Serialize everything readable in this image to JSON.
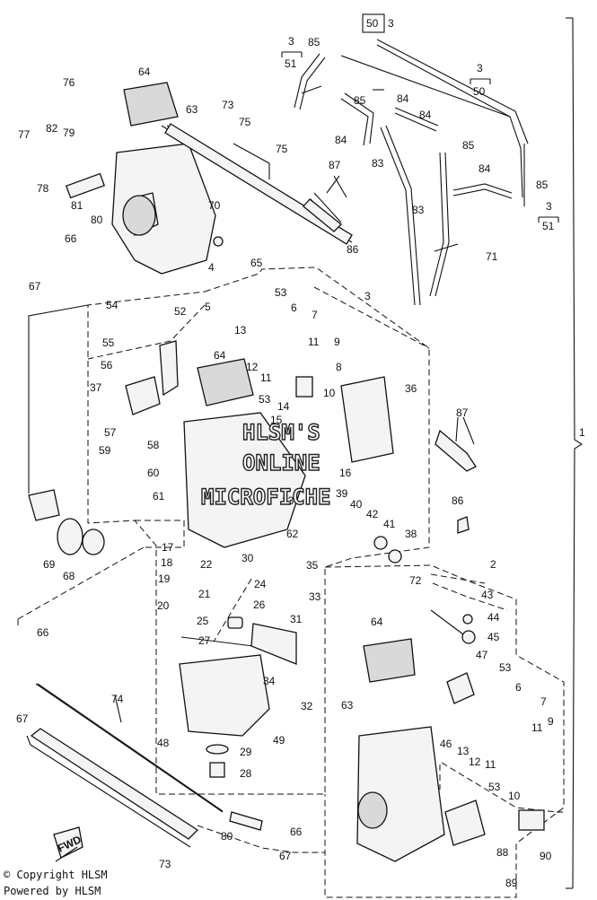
{
  "diagram": {
    "callouts": [
      {
        "id": "c1",
        "text": "64"
      },
      {
        "id": "c2",
        "text": "76"
      },
      {
        "id": "c3",
        "text": "63"
      },
      {
        "id": "c4",
        "text": "73"
      },
      {
        "id": "c5",
        "text": "75"
      },
      {
        "id": "c6",
        "text": "77"
      },
      {
        "id": "c7",
        "text": "82"
      },
      {
        "id": "c8",
        "text": "79"
      },
      {
        "id": "c9",
        "text": "78"
      },
      {
        "id": "c10",
        "text": "81"
      },
      {
        "id": "c11",
        "text": "80"
      },
      {
        "id": "c12",
        "text": "75"
      },
      {
        "id": "c13",
        "text": "70"
      },
      {
        "id": "c14",
        "text": "66"
      },
      {
        "id": "c15",
        "text": "4"
      },
      {
        "id": "c16",
        "text": "67"
      },
      {
        "id": "c17",
        "text": "65"
      },
      {
        "id": "c18",
        "text": "85"
      },
      {
        "id": "c19",
        "text": "84"
      },
      {
        "id": "c20",
        "text": "85"
      },
      {
        "id": "c21",
        "text": "84"
      },
      {
        "id": "c22",
        "text": "84"
      },
      {
        "id": "c23",
        "text": "85"
      },
      {
        "id": "c24",
        "text": "83"
      },
      {
        "id": "c25",
        "text": "87"
      },
      {
        "id": "c26",
        "text": "84"
      },
      {
        "id": "c27",
        "text": "85"
      },
      {
        "id": "c28",
        "text": "83"
      },
      {
        "id": "c29",
        "text": "86"
      },
      {
        "id": "c30",
        "text": "71"
      },
      {
        "id": "c31",
        "text": "3"
      },
      {
        "id": "c32",
        "text": "54"
      },
      {
        "id": "c33",
        "text": "52"
      },
      {
        "id": "c34",
        "text": "5"
      },
      {
        "id": "c35",
        "text": "53"
      },
      {
        "id": "c36",
        "text": "6"
      },
      {
        "id": "c37",
        "text": "7"
      },
      {
        "id": "c38",
        "text": "13"
      },
      {
        "id": "c39",
        "text": "11"
      },
      {
        "id": "c40",
        "text": "9"
      },
      {
        "id": "c41",
        "text": "55"
      },
      {
        "id": "c42",
        "text": "64"
      },
      {
        "id": "c43",
        "text": "12"
      },
      {
        "id": "c44",
        "text": "56"
      },
      {
        "id": "c45",
        "text": "11"
      },
      {
        "id": "c46",
        "text": "8"
      },
      {
        "id": "c47",
        "text": "37"
      },
      {
        "id": "c48",
        "text": "53"
      },
      {
        "id": "c49",
        "text": "10"
      },
      {
        "id": "c50",
        "text": "14"
      },
      {
        "id": "c51",
        "text": "36"
      },
      {
        "id": "c52",
        "text": "15"
      },
      {
        "id": "c53",
        "text": "57"
      },
      {
        "id": "c54",
        "text": "58"
      },
      {
        "id": "c55",
        "text": "59"
      },
      {
        "id": "c56",
        "text": "16"
      },
      {
        "id": "c57",
        "text": "60"
      },
      {
        "id": "c58",
        "text": "61"
      },
      {
        "id": "c59",
        "text": "39"
      },
      {
        "id": "c60",
        "text": "23"
      },
      {
        "id": "c61",
        "text": "40"
      },
      {
        "id": "c62",
        "text": "42"
      },
      {
        "id": "c63",
        "text": "41"
      },
      {
        "id": "c64",
        "text": "87"
      },
      {
        "id": "c65",
        "text": "86"
      },
      {
        "id": "c66",
        "text": "38"
      },
      {
        "id": "c67",
        "text": "69"
      },
      {
        "id": "c68",
        "text": "68"
      },
      {
        "id": "c69",
        "text": "17"
      },
      {
        "id": "c70",
        "text": "62"
      },
      {
        "id": "c71",
        "text": "18"
      },
      {
        "id": "c72",
        "text": "22"
      },
      {
        "id": "c73",
        "text": "30"
      },
      {
        "id": "c74",
        "text": "35"
      },
      {
        "id": "c75",
        "text": "19"
      },
      {
        "id": "c76",
        "text": "24"
      },
      {
        "id": "c77",
        "text": "21"
      },
      {
        "id": "c78",
        "text": "33"
      },
      {
        "id": "c79",
        "text": "20"
      },
      {
        "id": "c80",
        "text": "26"
      },
      {
        "id": "c81",
        "text": "25"
      },
      {
        "id": "c82",
        "text": "31"
      },
      {
        "id": "c83",
        "text": "27"
      },
      {
        "id": "c84",
        "text": "66"
      },
      {
        "id": "c85",
        "text": "72"
      },
      {
        "id": "c86",
        "text": "2"
      },
      {
        "id": "c87",
        "text": "43"
      },
      {
        "id": "c88",
        "text": "64"
      },
      {
        "id": "c89",
        "text": "44"
      },
      {
        "id": "c90",
        "text": "45"
      },
      {
        "id": "c91",
        "text": "34"
      },
      {
        "id": "c92",
        "text": "47"
      },
      {
        "id": "c93",
        "text": "53"
      },
      {
        "id": "c94",
        "text": "6"
      },
      {
        "id": "c95",
        "text": "7"
      },
      {
        "id": "c96",
        "text": "32"
      },
      {
        "id": "c97",
        "text": "67"
      },
      {
        "id": "c98",
        "text": "74"
      },
      {
        "id": "c99",
        "text": "63"
      },
      {
        "id": "c100",
        "text": "11"
      },
      {
        "id": "c101",
        "text": "9"
      },
      {
        "id": "c102",
        "text": "48"
      },
      {
        "id": "c103",
        "text": "49"
      },
      {
        "id": "c104",
        "text": "46"
      },
      {
        "id": "c105",
        "text": "13"
      },
      {
        "id": "c106",
        "text": "12"
      },
      {
        "id": "c107",
        "text": "11"
      },
      {
        "id": "c108",
        "text": "29"
      },
      {
        "id": "c109",
        "text": "28"
      },
      {
        "id": "c110",
        "text": "53"
      },
      {
        "id": "c111",
        "text": "10"
      },
      {
        "id": "c112",
        "text": "80"
      },
      {
        "id": "c113",
        "text": "66"
      },
      {
        "id": "c114",
        "text": "88"
      },
      {
        "id": "c115",
        "text": "90"
      },
      {
        "id": "c116",
        "text": "67"
      },
      {
        "id": "c117",
        "text": "73"
      },
      {
        "id": "c118",
        "text": "89"
      },
      {
        "id": "c119",
        "text": "1"
      }
    ],
    "refs": [
      {
        "id": "r1",
        "top": "50",
        "bottom": "3"
      },
      {
        "id": "r2",
        "top": "3",
        "bottom": "51"
      },
      {
        "id": "r3",
        "top": "3",
        "bottom": "50"
      },
      {
        "id": "r4",
        "top": "3",
        "bottom": "51"
      }
    ],
    "fwd_label": "FWD",
    "watermark": [
      "HLSM'S",
      "ONLINE",
      "MICROFICHE"
    ]
  },
  "footer": {
    "copyright": "© Copyright HLSM",
    "powered": "Powered by HLSM"
  }
}
